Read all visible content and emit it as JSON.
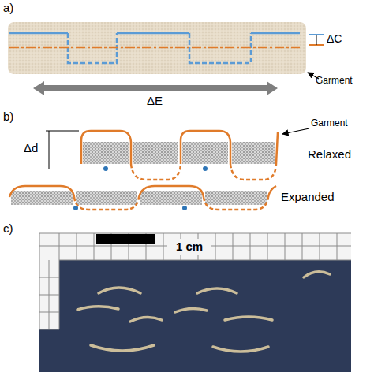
{
  "diagram": {
    "labels": [
      "a)",
      "ΔC",
      "Garment",
      "ΔE",
      "b)",
      "Δd",
      "Garment",
      "Relaxed",
      "Expanded",
      "c)",
      "1 cm"
    ]
  }
}
